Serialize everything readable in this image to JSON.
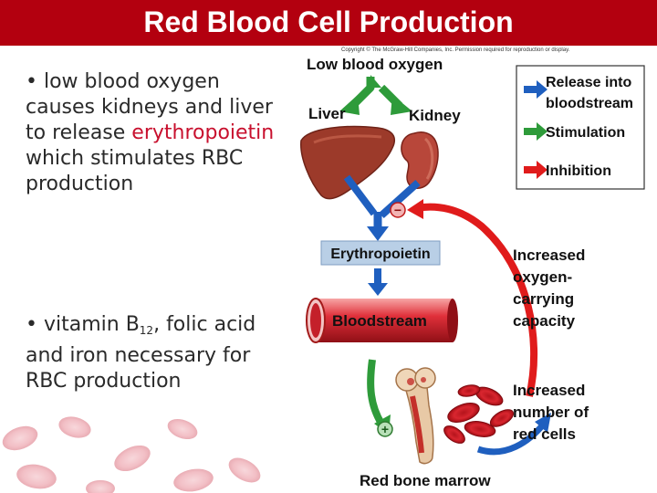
{
  "slide": {
    "title": "Red Blood Cell Production",
    "bullet1": {
      "marker": "•",
      "before": "low blood oxygen causes kidneys and liver to release ",
      "highlight": "erythropoietin",
      "after": " which stimulates RBC production"
    },
    "bullet2": {
      "marker": "•",
      "before": "vitamin B",
      "subscript": "12",
      "after": ", folic acid and iron necessary for RBC production"
    }
  },
  "diagram": {
    "copyright": "Copyright © The McGraw-Hill Companies, Inc. Permission required for reproduction or display.",
    "top_label": "Low blood oxygen",
    "liver_label": "Liver",
    "kidney_label": "Kidney",
    "hormone_label": "Erythropoietin",
    "bloodstream_label": "Bloodstream",
    "marrow_label": "Red bone marrow",
    "minus_sign": "−",
    "plus_sign": "+",
    "capacity_label": [
      "Increased",
      "oxygen-",
      "carrying",
      "capacity"
    ],
    "cells_label": [
      "Increased",
      "number of",
      "red cells"
    ],
    "legend": {
      "release_label": [
        "Release into",
        "bloodstream"
      ],
      "stimulation_label": "Stimulation",
      "inhibition_label": "Inhibition"
    },
    "colors": {
      "title_bar": "#b3000f",
      "highlight_text": "#c8102e",
      "release_arrow": "#1f5fbf",
      "stimulation_arrow": "#2e9b3a",
      "inhibition_arrow": "#e01b1b",
      "hormone_box": "#b9cfe6"
    }
  }
}
